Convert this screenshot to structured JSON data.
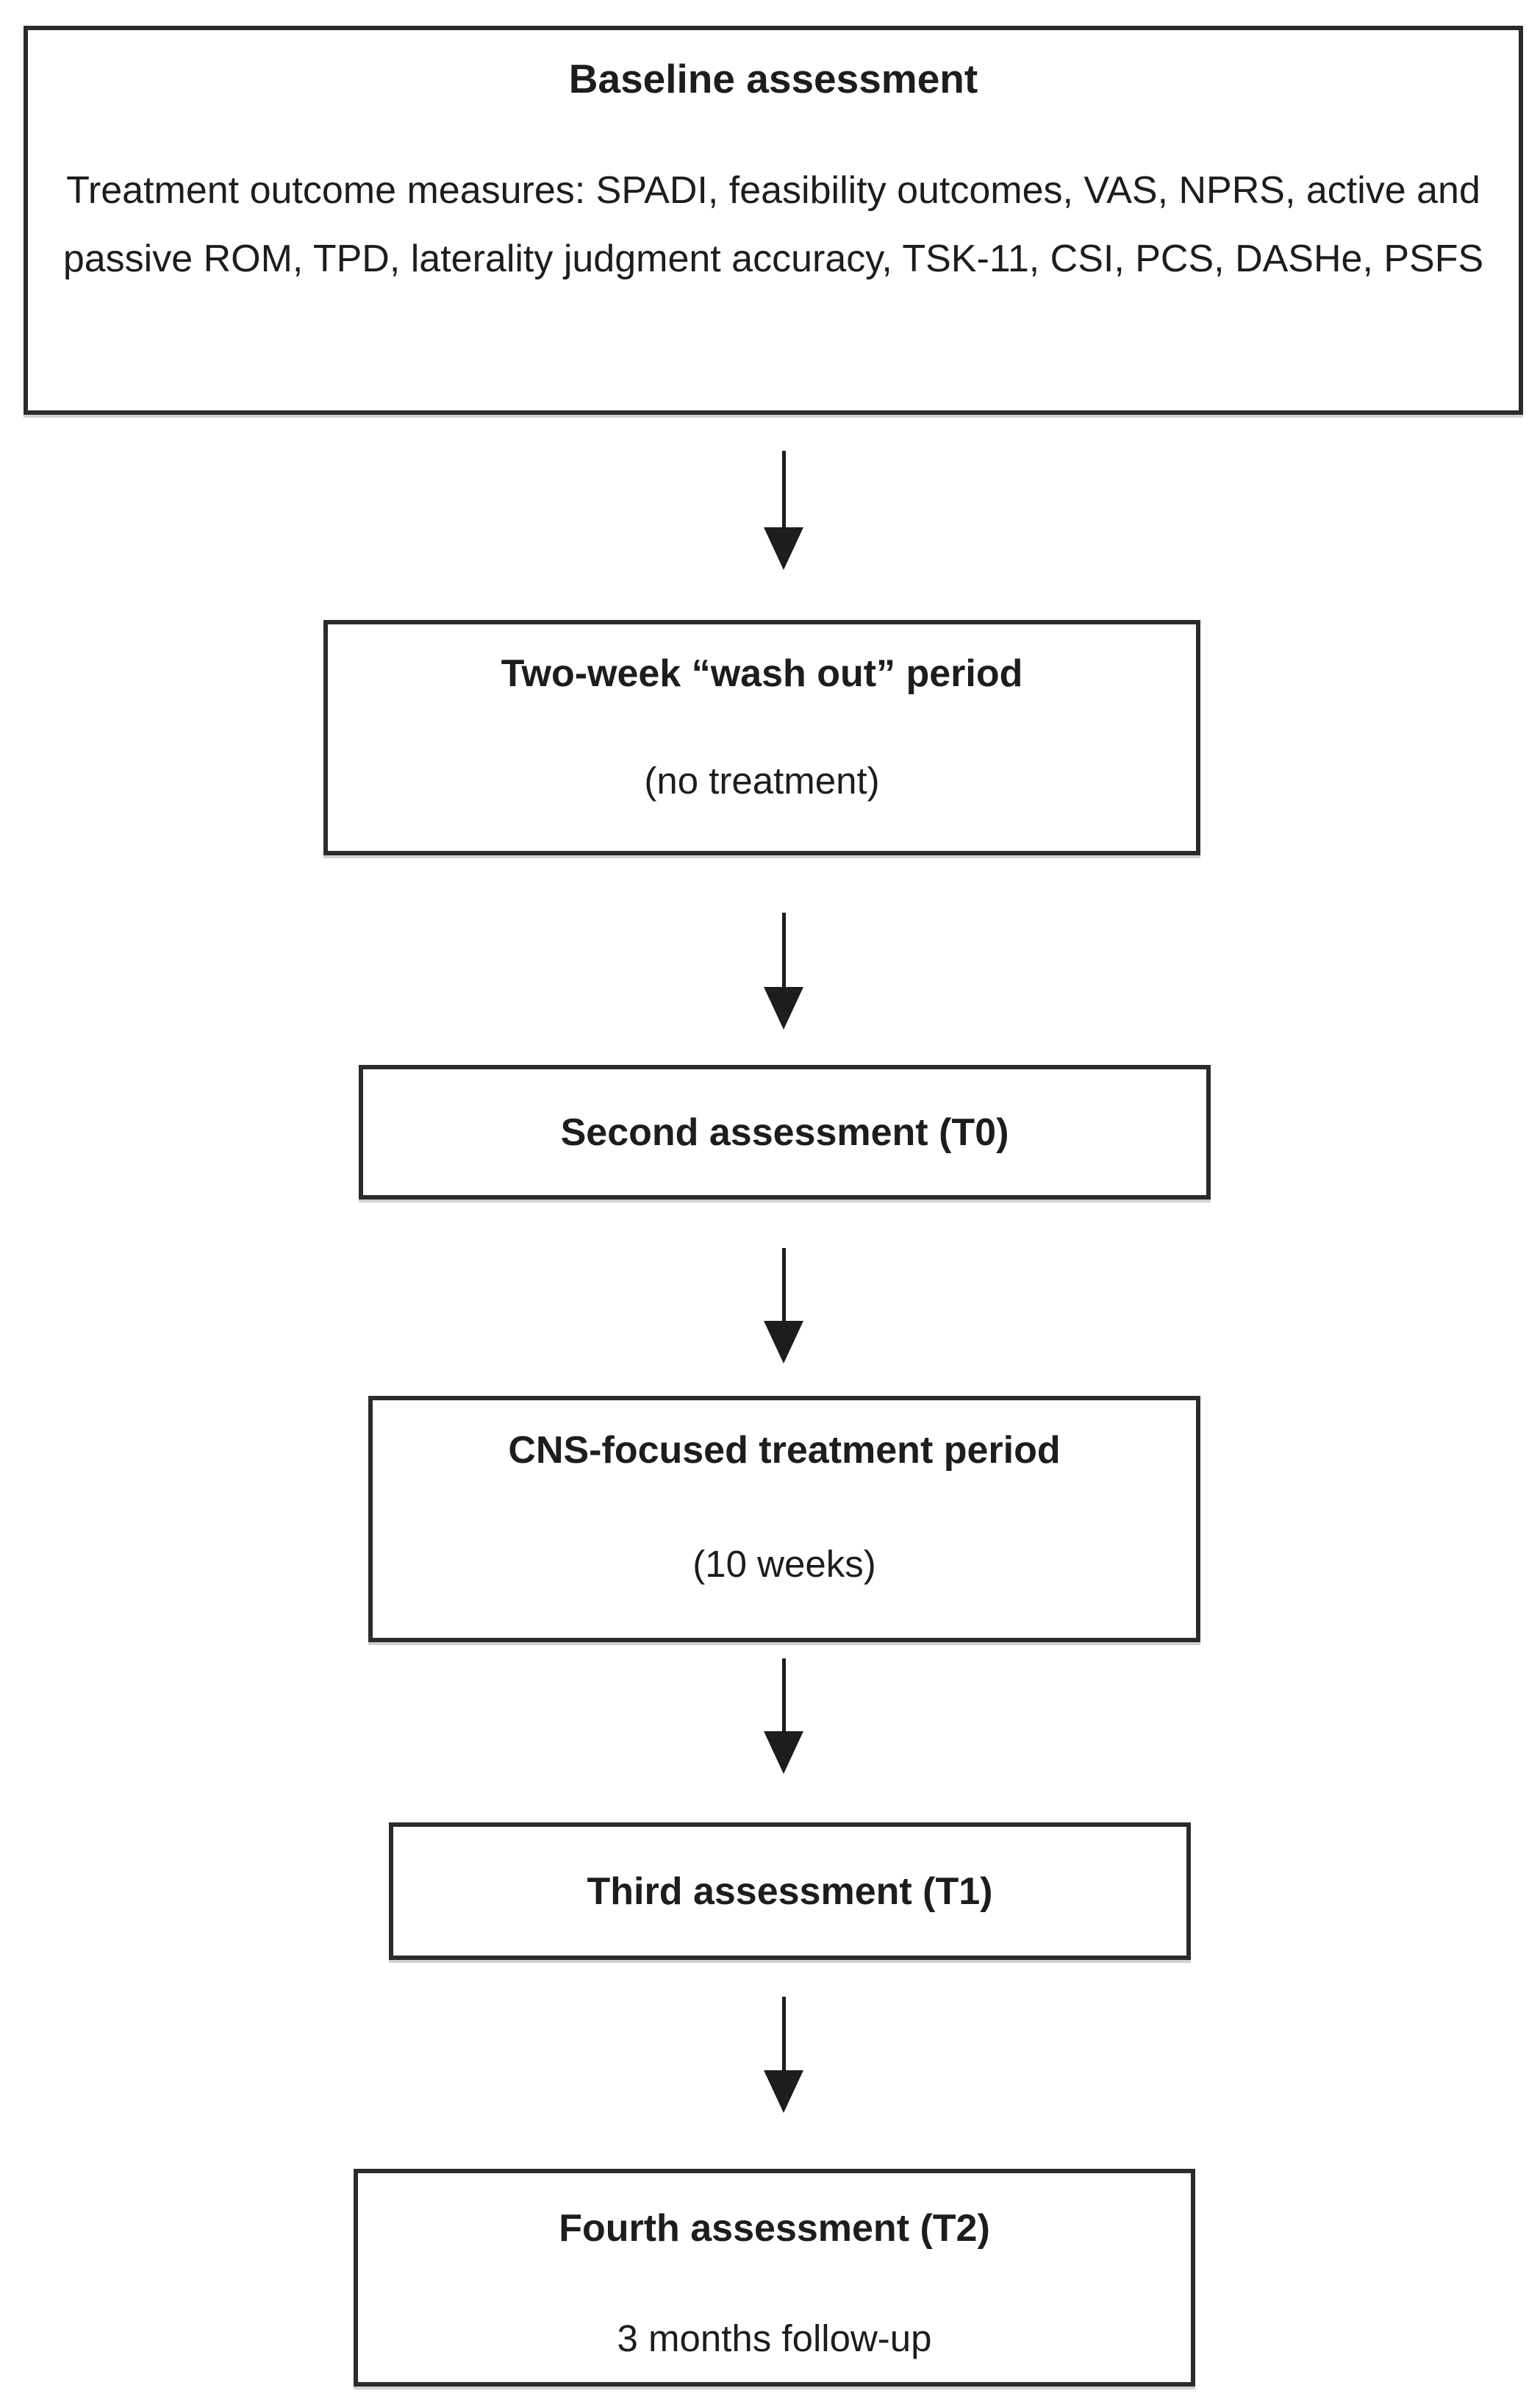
{
  "flowchart": {
    "steps": [
      {
        "heading": "Baseline assessment",
        "detail": "Treatment outcome measures: SPADI, feasibility outcomes, VAS, NPRS, active and passive ROM, TPD, laterality judgment accuracy, TSK-11, CSI, PCS, DASHe, PSFS"
      },
      {
        "heading": "Two-week “wash out” period",
        "detail": "(no treatment)"
      },
      {
        "heading": "Second assessment (T0)"
      },
      {
        "heading": "CNS-focused treatment period",
        "detail": "(10 weeks)"
      },
      {
        "heading": "Third assessment (T1)"
      },
      {
        "heading": "Fourth assessment (T2)",
        "detail": "3 months follow-up"
      }
    ],
    "colors": {
      "border": "#2b2b2b",
      "text": "#1d1d1d",
      "arrow": "#1d1d1d",
      "background": "#ffffff"
    }
  }
}
